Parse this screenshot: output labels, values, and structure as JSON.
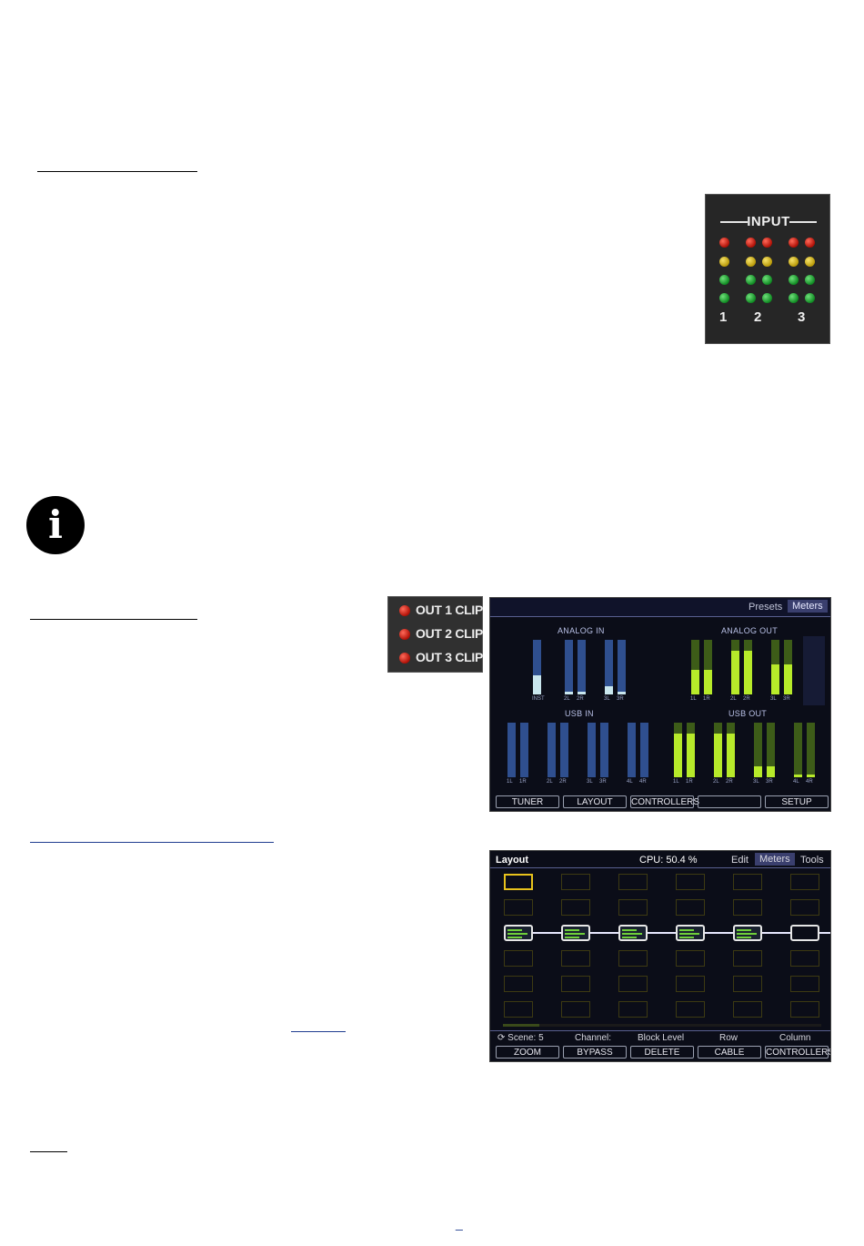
{
  "input_panel": {
    "title": "INPUT",
    "channels": [
      "1",
      "2",
      "3"
    ]
  },
  "info_icon": "info-icon",
  "clip_panel": {
    "items": [
      "OUT 1 CLIP",
      "OUT 2 CLIP",
      "OUT 3 CLIP"
    ]
  },
  "meters_screen": {
    "tabs": [
      "Presets",
      "Meters"
    ],
    "active_tab": "Meters",
    "groups": {
      "analog_in": "ANALOG IN",
      "analog_out": "ANALOG OUT",
      "usb_in": "USB IN",
      "usb_out": "USB OUT"
    },
    "analog_in_meters": [
      {
        "label": "INST",
        "level": 0.35,
        "color": "blue"
      },
      {
        "label": "2L",
        "level": 0.05,
        "color": "blue"
      },
      {
        "label": "2R",
        "level": 0.05,
        "color": "blue"
      },
      {
        "label": "3L",
        "level": 0.15,
        "color": "blue"
      },
      {
        "label": "3R",
        "level": 0.05,
        "color": "blue"
      }
    ],
    "analog_out_meters": [
      {
        "label": "1L",
        "level": 0.45,
        "color": "green"
      },
      {
        "label": "1R",
        "level": 0.45,
        "color": "green"
      },
      {
        "label": "2L",
        "level": 0.8,
        "color": "green"
      },
      {
        "label": "2R",
        "level": 0.8,
        "color": "green"
      },
      {
        "label": "3L",
        "level": 0.55,
        "color": "green"
      },
      {
        "label": "3R",
        "level": 0.55,
        "color": "green"
      }
    ],
    "usb_in_meters": [
      {
        "label": "1L",
        "level": 0,
        "color": "blue"
      },
      {
        "label": "1R",
        "level": 0,
        "color": "blue"
      },
      {
        "label": "2L",
        "level": 0,
        "color": "blue"
      },
      {
        "label": "2R",
        "level": 0,
        "color": "blue"
      },
      {
        "label": "3L",
        "level": 0,
        "color": "blue"
      },
      {
        "label": "3R",
        "level": 0,
        "color": "blue"
      },
      {
        "label": "4L",
        "level": 0,
        "color": "blue"
      },
      {
        "label": "4R",
        "level": 0,
        "color": "blue"
      }
    ],
    "usb_out_meters": [
      {
        "label": "1L",
        "level": 0.8,
        "color": "green"
      },
      {
        "label": "1R",
        "level": 0.8,
        "color": "green"
      },
      {
        "label": "2L",
        "level": 0.8,
        "color": "green"
      },
      {
        "label": "2R",
        "level": 0.8,
        "color": "green"
      },
      {
        "label": "3L",
        "level": 0.2,
        "color": "green"
      },
      {
        "label": "3R",
        "level": 0.2,
        "color": "green"
      },
      {
        "label": "4L",
        "level": 0.05,
        "color": "green"
      },
      {
        "label": "4R",
        "level": 0.05,
        "color": "green"
      }
    ],
    "softkeys": [
      "TUNER",
      "LAYOUT",
      "CONTROLLERS",
      "",
      "SETUP"
    ]
  },
  "layout_screen": {
    "title": "Layout",
    "cpu": "CPU: 50.4 %",
    "tabs": [
      "Edit",
      "Meters",
      "Tools"
    ],
    "active_tab": "Meters",
    "status": {
      "scene": "Scene: 5",
      "channel": "Channel:",
      "block_level": "Block Level",
      "row": "Row",
      "column": "Column"
    },
    "softkeys": [
      "ZOOM",
      "BYPASS",
      "DELETE",
      "CABLE",
      "CONTROLLERS"
    ]
  },
  "footer_mark": "_"
}
